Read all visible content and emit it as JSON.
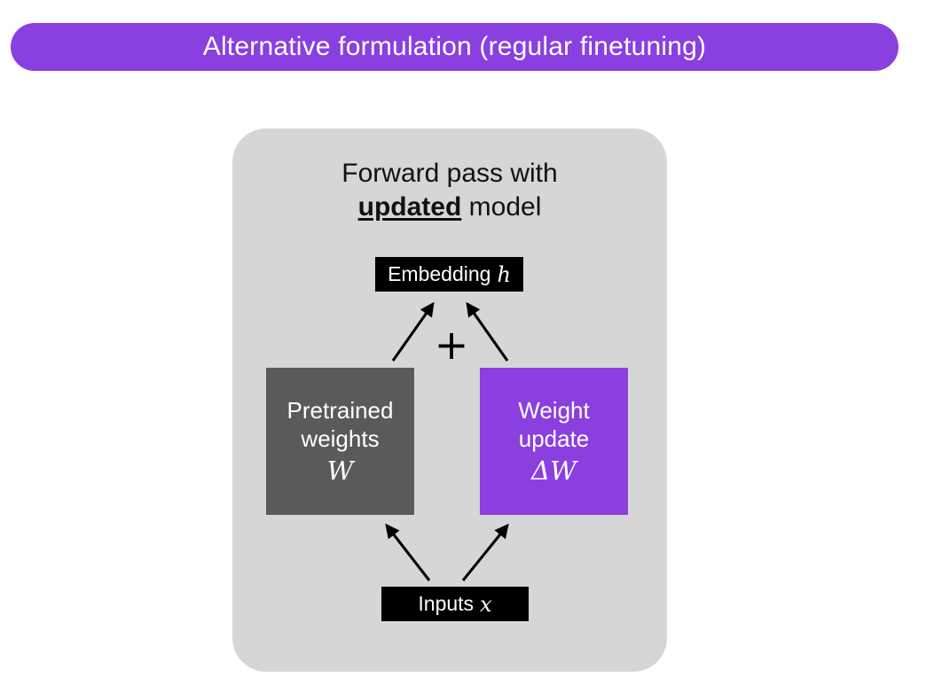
{
  "slide": {
    "title": "Alternative formulation (regular finetuning)",
    "banner_color": "#8a3fe0",
    "panel_color": "#d6d6d6"
  },
  "diagram": {
    "heading": {
      "line1": "Forward pass with",
      "emphasis": "updated",
      "line2_suffix": " model"
    },
    "embedding_node": {
      "label": "Embedding",
      "symbol": "h",
      "color": "#000000"
    },
    "inputs_node": {
      "label": "Inputs",
      "symbol": "x",
      "color": "#000000"
    },
    "pretrained_node": {
      "line1": "Pretrained",
      "line2": "weights",
      "symbol": "W",
      "color": "#5a5a5a"
    },
    "weight_update_node": {
      "line1": "Weight",
      "line2": "update",
      "symbol": "ΔW",
      "color": "#8b3fdf"
    },
    "operator": {
      "symbol": "+"
    },
    "arrows": [
      {
        "name": "pretrained-to-embedding",
        "from": "pretrained_node",
        "to": "embedding_node"
      },
      {
        "name": "weight-update-to-embedding",
        "from": "weight_update_node",
        "to": "embedding_node"
      },
      {
        "name": "inputs-to-pretrained",
        "from": "inputs_node",
        "to": "pretrained_node"
      },
      {
        "name": "inputs-to-weight-update",
        "from": "inputs_node",
        "to": "weight_update_node"
      }
    ]
  }
}
